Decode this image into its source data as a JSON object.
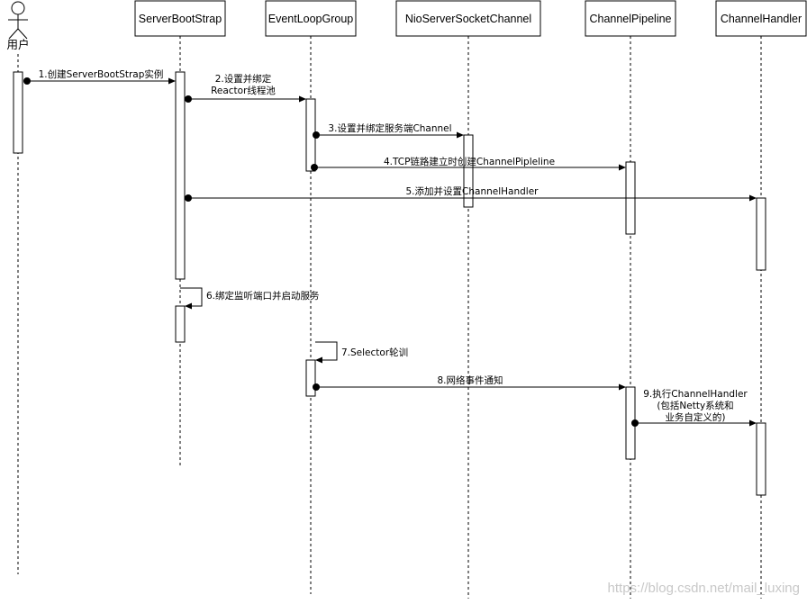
{
  "actor": {
    "label": "用户"
  },
  "participants": [
    {
      "id": "sbs",
      "label": "ServerBootStrap"
    },
    {
      "id": "elg",
      "label": "EventLoopGroup"
    },
    {
      "id": "nssc",
      "label": "NioServerSocketChannel"
    },
    {
      "id": "cp",
      "label": "ChannelPipeline"
    },
    {
      "id": "ch",
      "label": "ChannelHandler"
    }
  ],
  "messages": [
    {
      "n": 1,
      "lines": [
        "1.创建ServerBootStrap实例"
      ]
    },
    {
      "n": 2,
      "lines": [
        "2.设置并绑定",
        "Reactor线程池"
      ]
    },
    {
      "n": 3,
      "lines": [
        "3.设置并绑定服务端Channel"
      ]
    },
    {
      "n": 4,
      "lines": [
        "4.TCP链路建立时创建ChannelPipleline"
      ]
    },
    {
      "n": 5,
      "lines": [
        "5.添加并设置ChannelHandler"
      ]
    },
    {
      "n": 6,
      "lines": [
        "6.绑定监听端口并启动服务"
      ]
    },
    {
      "n": 7,
      "lines": [
        "7.Selector轮训"
      ]
    },
    {
      "n": 8,
      "lines": [
        "8.网络事件通知"
      ]
    },
    {
      "n": 9,
      "lines": [
        "9.执行ChannelHandler",
        "(包括Netty系统和",
        "业务自定义的)"
      ]
    }
  ],
  "watermark": "https://blog.csdn.net/mail_luxing",
  "colors": {
    "line": "#000000",
    "lifeline": "#000000",
    "box_fill": "#ffffff",
    "watermark": "#c8c8c8"
  }
}
